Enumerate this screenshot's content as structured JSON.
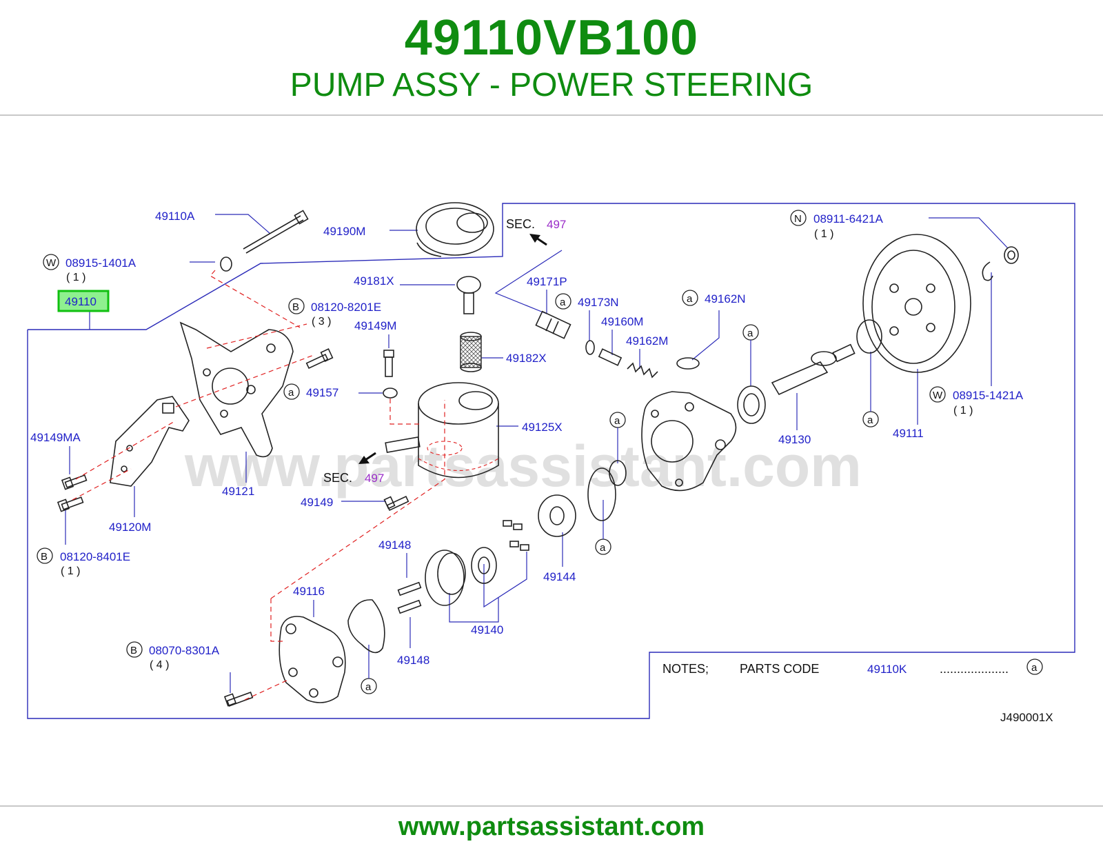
{
  "header": {
    "part_number": "49110VB100",
    "part_title": "PUMP ASSY - POWER STEERING"
  },
  "footer": {
    "url": "www.partsassistant.com"
  },
  "watermark": "www.partsassistant.com",
  "diagram_code": "J490001X",
  "notes": {
    "label": "NOTES;",
    "parts_code_label": "PARTS  CODE",
    "parts_code": "49110K",
    "dots": "....................",
    "symbol": "a"
  },
  "sec": {
    "text": "SEC.",
    "number": "497"
  },
  "highlight": {
    "label": "49110",
    "color": "#10c010"
  },
  "labels": {
    "l49110A": "49110A",
    "l49190M": "49190M",
    "l08915_1401A": "08915-1401A",
    "q08915_1401A": "( 1 )",
    "l08120_8201E": "08120-8201E",
    "q08120_8201E": "( 3 )",
    "l49149M": "49149M",
    "l49181X": "49181X",
    "l49171P": "49171P",
    "l49173N": "49173N",
    "l49162N": "49162N",
    "l49160M": "49160M",
    "l49162M": "49162M",
    "l49182X": "49182X",
    "l08911_6421A": "08911-6421A",
    "q08911_6421A": "( 1 )",
    "l49157": "49157",
    "l49125X": "49125X",
    "l49149MA": "49149MA",
    "l49121": "49121",
    "l49149": "49149",
    "l49120M": "49120M",
    "l08120_8401E": "08120-8401E",
    "q08120_8401E": "( 1 )",
    "l49130": "49130",
    "l49111": "49111",
    "l08915_1421A": "08915-1421A",
    "q08915_1421A": "( 1 )",
    "l49148a": "49148",
    "l49144": "49144",
    "l49116": "49116",
    "l49140": "49140",
    "l49148b": "49148",
    "l08070_8301A": "08070-8301A",
    "q08070_8301A": "( 4 )"
  },
  "symbols": {
    "W": "W",
    "B": "B",
    "N": "N",
    "a": "a"
  },
  "colors": {
    "brand_green": "#0f8c10",
    "label_blue": "#1f1fc8",
    "sec_purple": "#9a2cc8",
    "dash_red": "#e02020"
  }
}
